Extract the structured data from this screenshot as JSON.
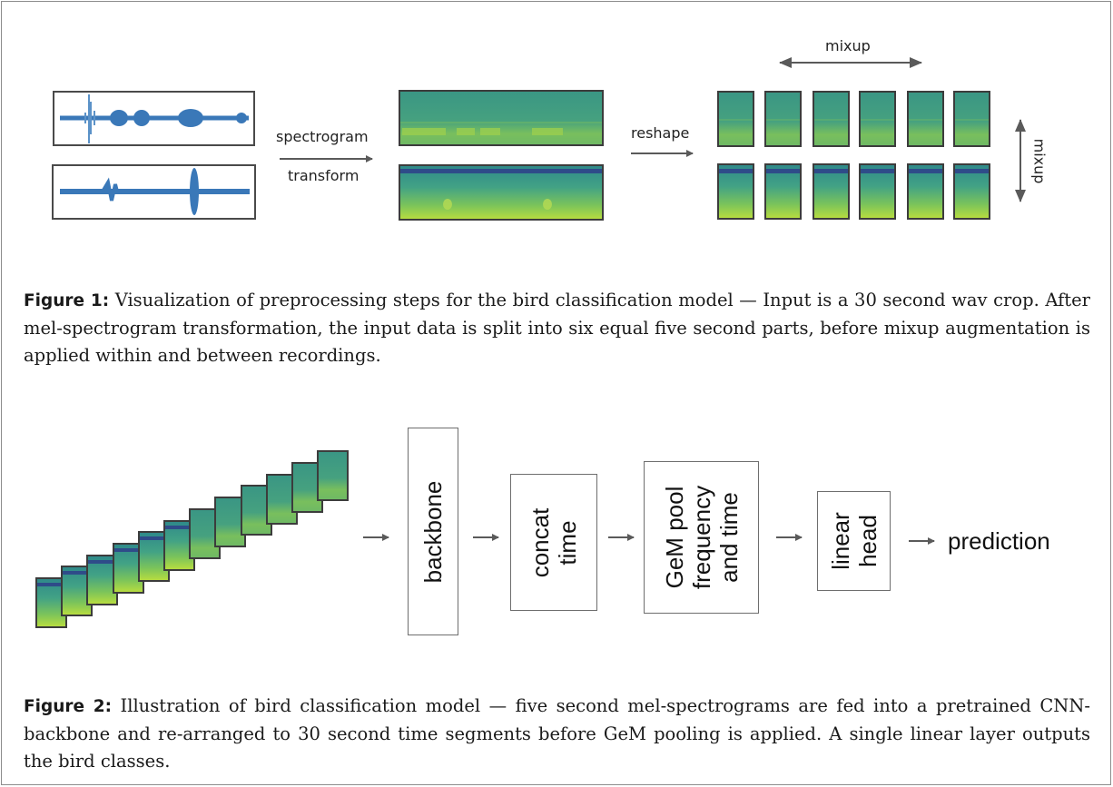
{
  "figure1": {
    "labels": {
      "spectrogram": "spectrogram",
      "transform": "transform",
      "reshape": "reshape",
      "mixup_horizontal": "mixup",
      "mixup_vertical": "mixup"
    },
    "caption_label": "Figure 1:",
    "caption_text": " Visualization of preprocessing steps for the bird classification model — Input is a 30 second wav crop. After mel-spectrogram transformation, the input data is split into six equal five second parts, before mixup augmentation is applied within and between recordings.",
    "segment_count": 6,
    "colors": {
      "waveform": "#3a78b8",
      "spec_dark": "#2d7f8e",
      "spec_mid": "#3aa08a",
      "spec_light": "#a6d84a",
      "spec_band": "#2e3f8a"
    }
  },
  "figure2": {
    "blocks": [
      {
        "id": "backbone",
        "lines": [
          "backbone"
        ]
      },
      {
        "id": "concat",
        "lines": [
          "concat",
          "time"
        ]
      },
      {
        "id": "gem",
        "lines": [
          "GeM pool",
          "frequency",
          "and time"
        ]
      },
      {
        "id": "linear",
        "lines": [
          "linear",
          "head"
        ]
      }
    ],
    "prediction_label": "prediction",
    "stack_count": 12,
    "caption_label": "Figure 2:",
    "caption_text": " Illustration of bird classification model — five second mel-spectrograms are fed into a pretrained CNN-backbone and re-arranged to 30 second time segments before GeM pooling is applied. A single linear layer outputs the bird classes."
  }
}
